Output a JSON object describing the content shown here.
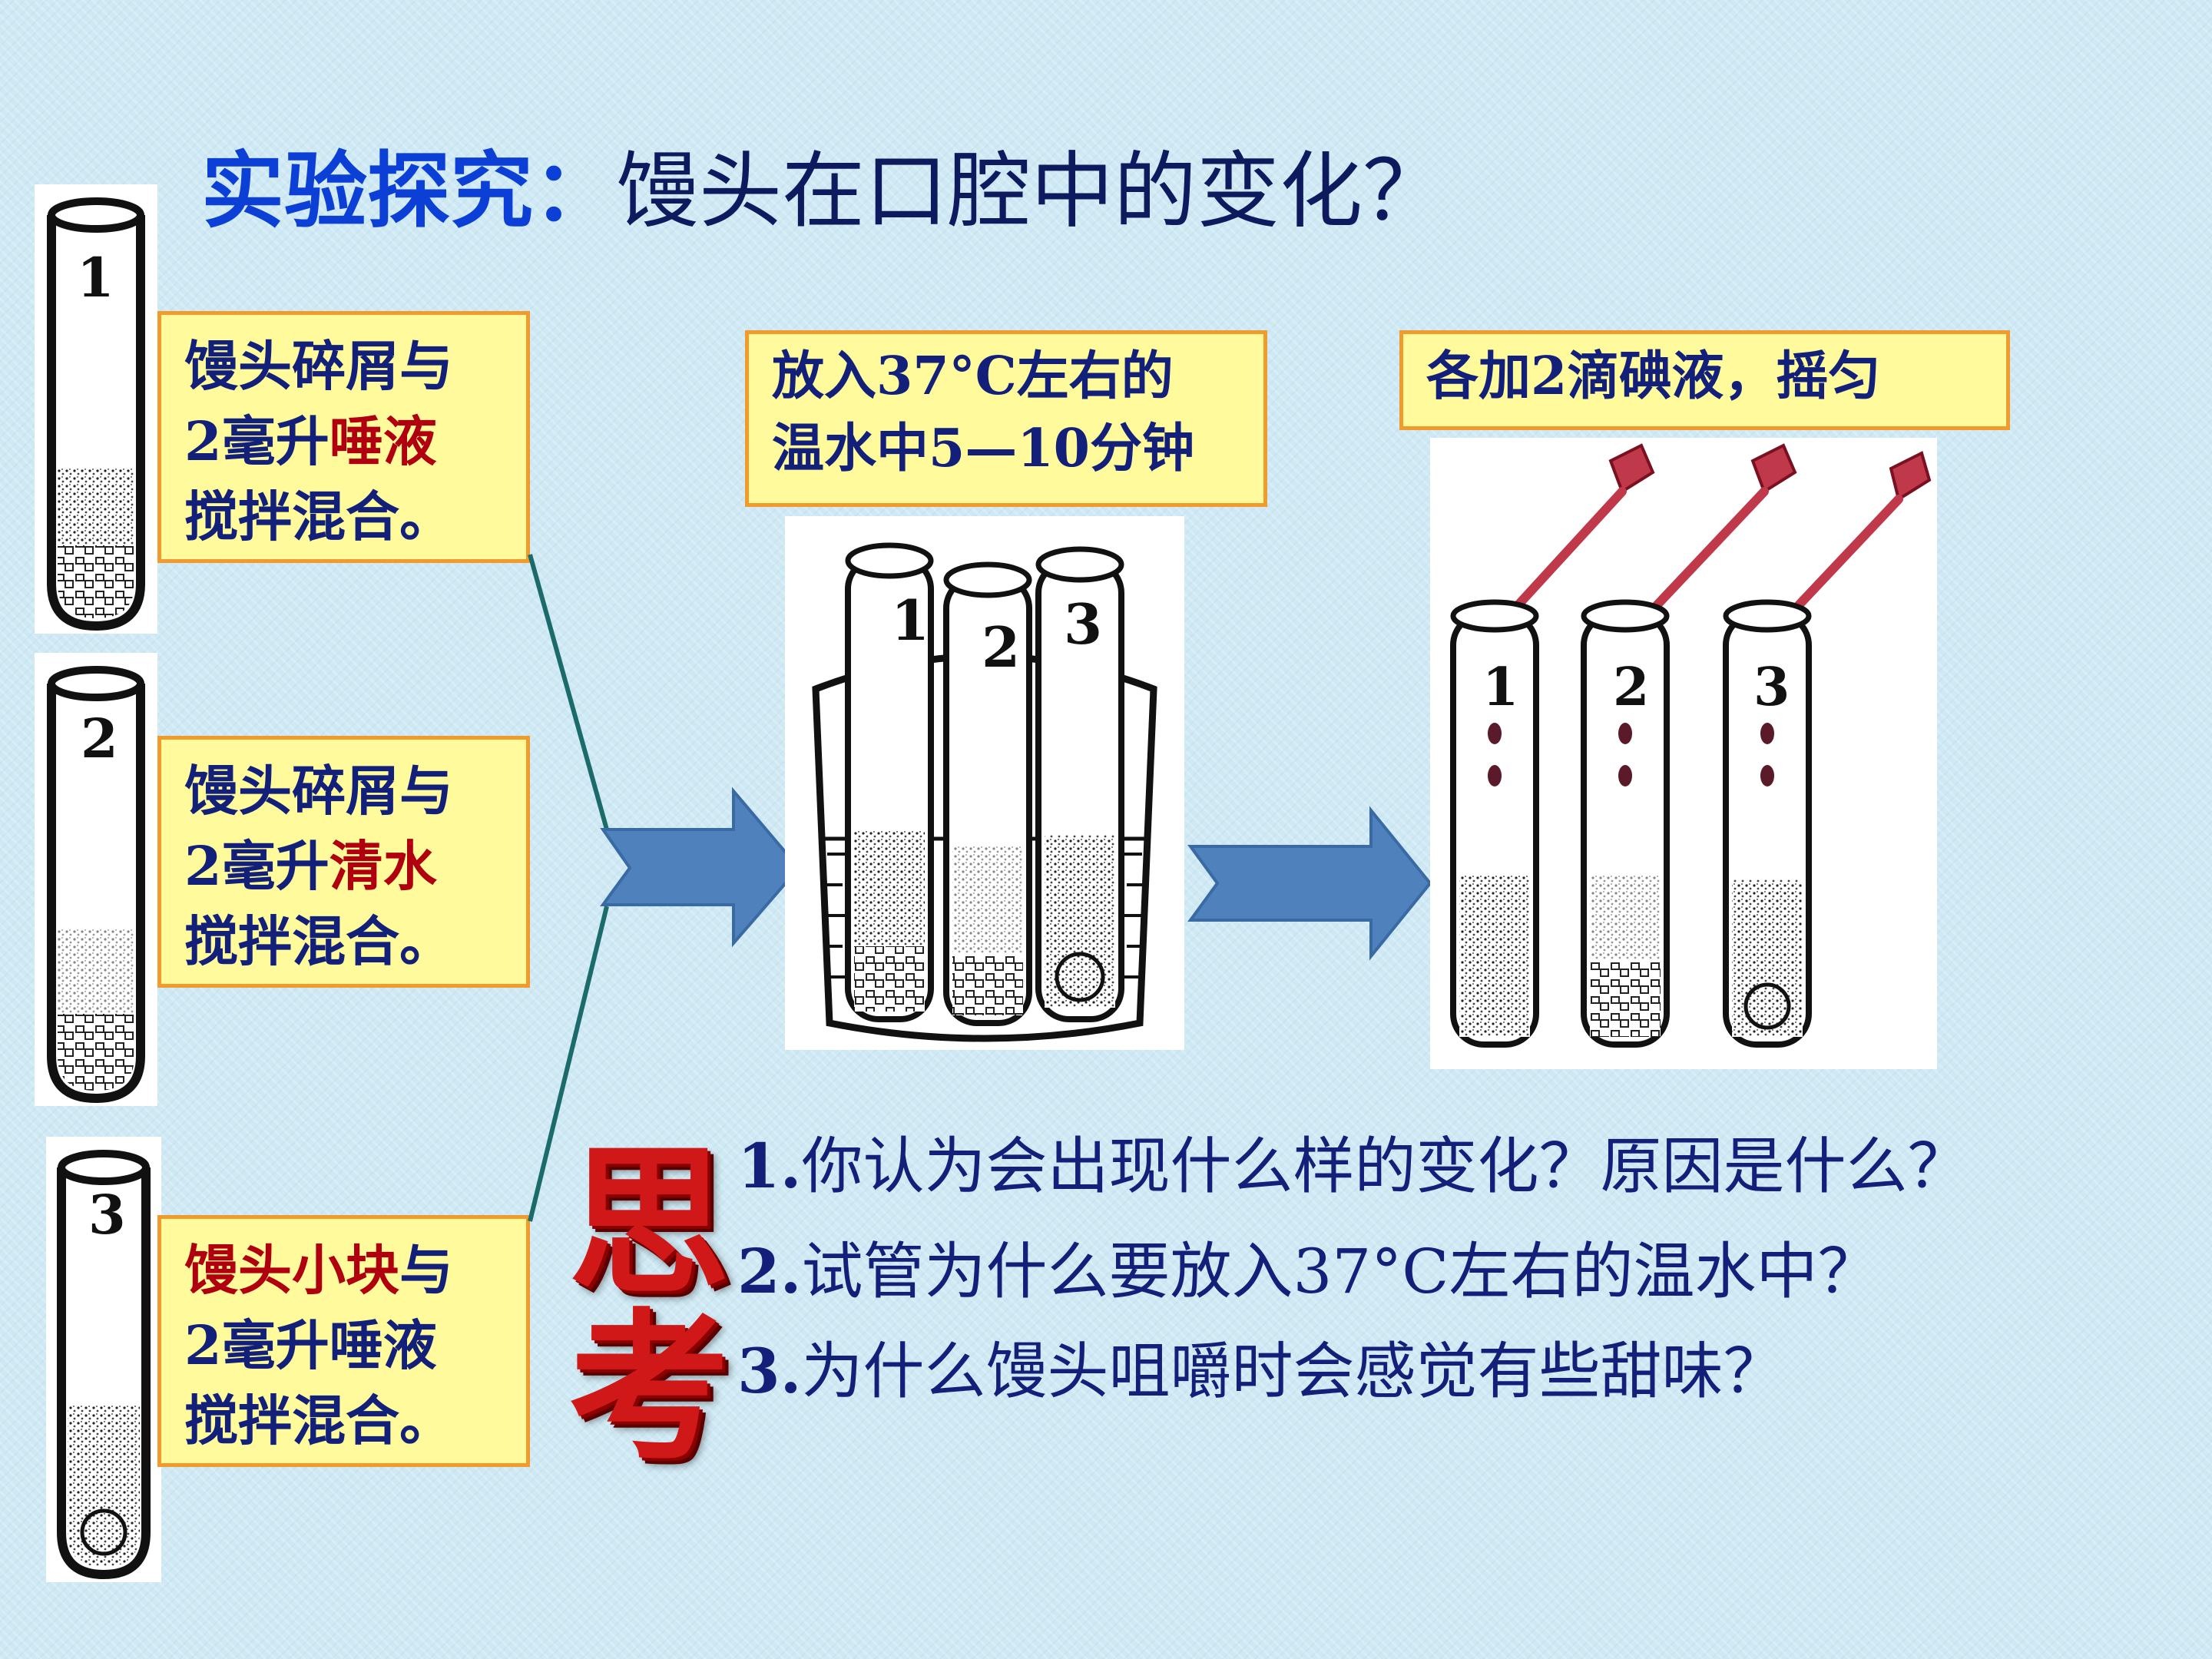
{
  "title": {
    "bold": "实验探究：",
    "rest": "馒头在口腔中的变化？"
  },
  "left_boxes": [
    {
      "line1": "馒头碎屑与",
      "line2_pre": "2毫升",
      "line2_red": "唾液",
      "line3": "搅拌混合。"
    },
    {
      "line1": "馒头碎屑与",
      "line2_pre": "2毫升",
      "line2_red": "清水",
      "line3": "搅拌混合。"
    },
    {
      "line1_red": "馒头小块",
      "line1_rest": "与",
      "line2": "2毫升唾液",
      "line3": "搅拌混合。"
    }
  ],
  "step2": {
    "line1": "放入37°C左右的",
    "line2": "温水中5—10分钟"
  },
  "step3": {
    "text": "各加2滴碘液，摇匀"
  },
  "tube_numbers": [
    "1",
    "2",
    "3"
  ],
  "think_label": {
    "char1": "思",
    "char2": "考"
  },
  "questions": [
    {
      "num": "1.",
      "text": "你认为会出现什么样的变化？原因是什么？"
    },
    {
      "num": "2.",
      "text": "试管为什么要放入37°C左右的温水中？"
    },
    {
      "num": "3.",
      "text": "为什么馒头咀嚼时会感觉有些甜味？"
    }
  ],
  "colors": {
    "title_bold": "#0b3fd6",
    "box_fill": "#fffb9c",
    "box_border": "#f29b2d",
    "arrow": "#4f81bd",
    "line": "#1b6b6b",
    "think": "#d01818",
    "text": "#13207a",
    "highlight": "#b00010"
  }
}
